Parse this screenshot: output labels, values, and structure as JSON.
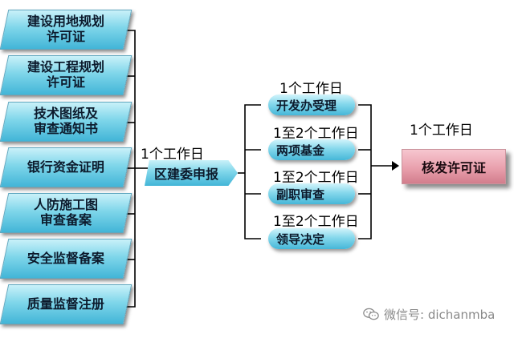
{
  "inputs": [
    {
      "label": "建设用地规划\n许可证"
    },
    {
      "label": "建设工程规划\n许可证"
    },
    {
      "label": "技术图纸及\n审查通知书"
    },
    {
      "label": "银行资金证明"
    },
    {
      "label": "人防施工图\n审查备案"
    },
    {
      "label": "安全监督备案"
    },
    {
      "label": "质量监督注册"
    }
  ],
  "hub": {
    "label": "区建委申报",
    "day_label": "1个工作日"
  },
  "steps": [
    {
      "label": "开发办受理",
      "day_label": "1个工作日"
    },
    {
      "label": "两项基金",
      "day_label": "1至2个工作日"
    },
    {
      "label": "副职审查",
      "day_label": "1至2个工作日"
    },
    {
      "label": "领导决定",
      "day_label": "1至2个工作日"
    }
  ],
  "final": {
    "label": "核发许可证",
    "day_label": "1个工作日"
  },
  "watermark": {
    "text": "微信号: dichanmba",
    "icon": "wechat-icon"
  },
  "colors": {
    "box_blue": "#7fd6ea",
    "box_pink": "#e9a0ad",
    "line": "#000000"
  }
}
